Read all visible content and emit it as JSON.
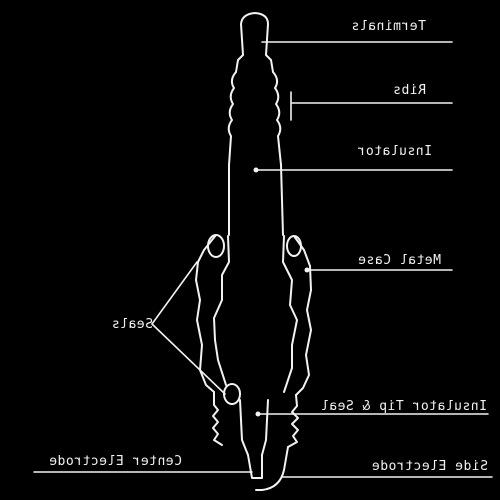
{
  "diagram": {
    "labels": {
      "terminals": "Terminals",
      "ribs": "Ribs",
      "insulator": "Insulator",
      "metal_case": "Metal Case",
      "seals": "Seals",
      "insulator_tip_seal": "Insulator Tip & Seal",
      "center_electrode": "Center Electrode",
      "side_electrode": "Side Electrode"
    },
    "colors": {
      "background": "#000000",
      "lines": "#f2f2f2"
    }
  }
}
